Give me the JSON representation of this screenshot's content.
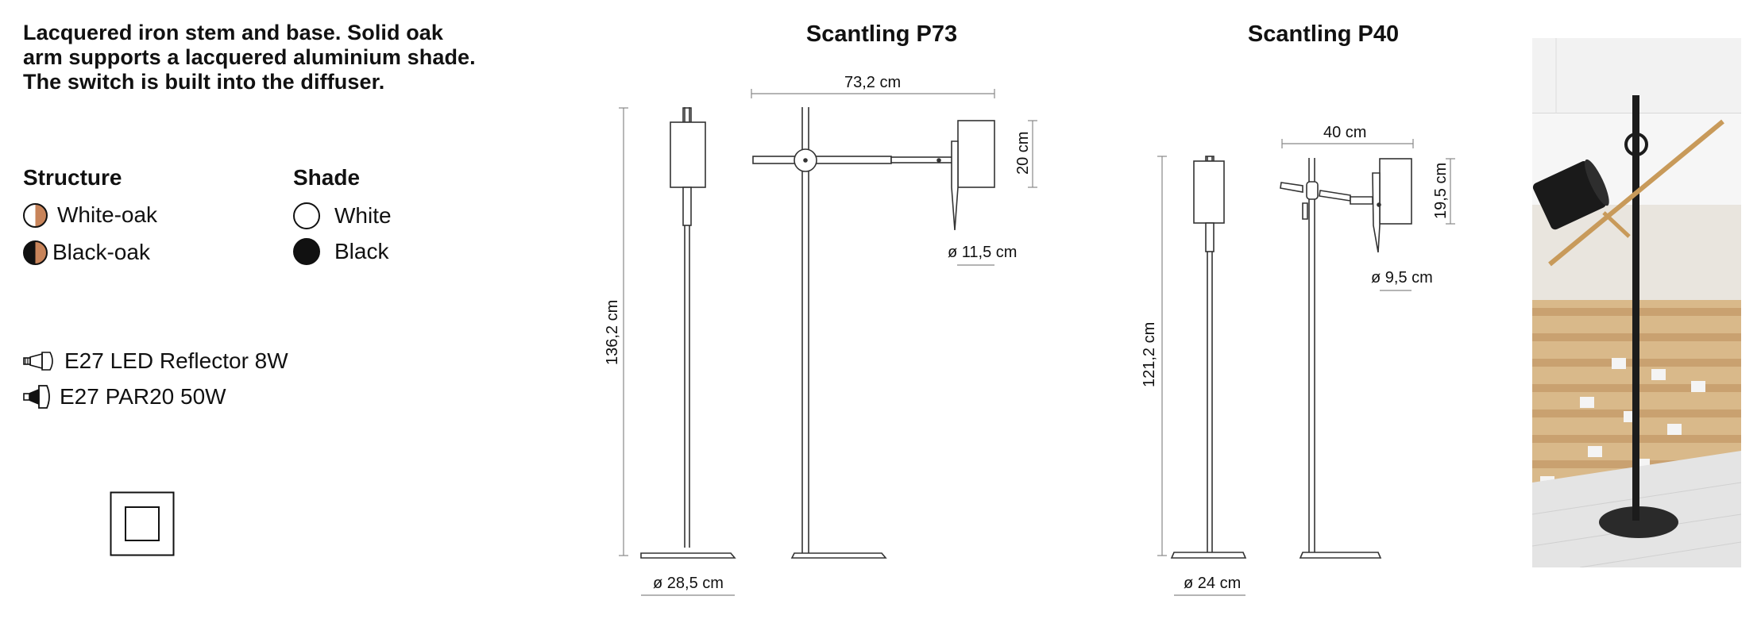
{
  "description": "Lacquered iron stem and base. Solid oak arm supports a lacquered aluminium shade. The switch is built into the diffuser.",
  "structure": {
    "title": "Structure",
    "options": [
      {
        "label": "White-oak",
        "swatch": "white-oak"
      },
      {
        "label": "Black-oak",
        "swatch": "black-oak"
      }
    ]
  },
  "shade": {
    "title": "Shade",
    "options": [
      {
        "label": "White",
        "swatch": "white"
      },
      {
        "label": "Black",
        "swatch": "black"
      }
    ]
  },
  "bulbs": [
    {
      "label": "E27 LED Reflector 8W",
      "icon": "led-reflector-bulb-icon"
    },
    {
      "label": "E27 PAR20 50W",
      "icon": "par20-bulb-icon"
    }
  ],
  "symbol": {
    "icon": "class-ii-insulation-icon"
  },
  "models": [
    {
      "title": "Scantling P73",
      "dims": {
        "width": "73,2 cm",
        "height": "136,2 cm",
        "shade_height": "20 cm",
        "shade_diameter": "ø 11,5 cm",
        "base_diameter": "ø 28,5 cm"
      }
    },
    {
      "title": "Scantling P40",
      "dims": {
        "width": "40 cm",
        "height": "121,2 cm",
        "shade_height": "19,5 cm",
        "shade_diameter": "ø 9,5 cm",
        "base_diameter": "ø 24 cm"
      }
    }
  ],
  "colors": {
    "oak": "#c8845a",
    "line": "#444444",
    "dim_line": "#888888"
  }
}
